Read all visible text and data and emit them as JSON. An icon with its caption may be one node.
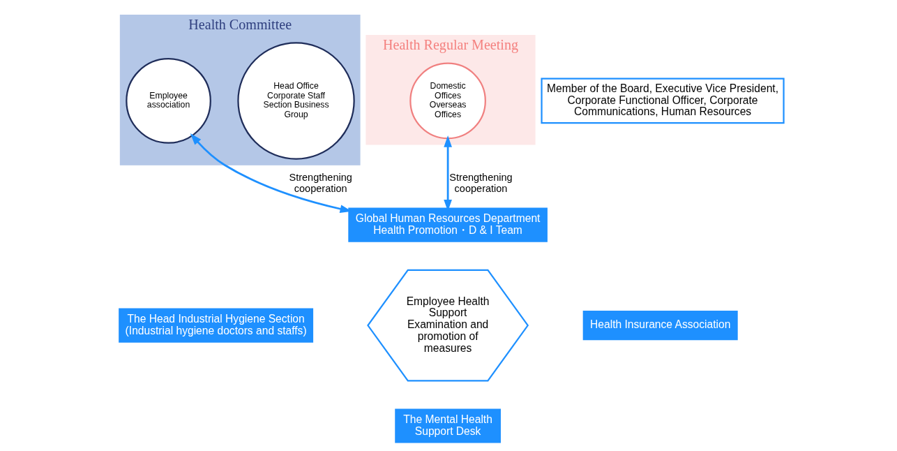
{
  "diagram": {
    "nodes": [
      {
        "text": [
          "Health Committee"
        ]
      },
      {
        "text": [
          "Head Office Corporate Staff Section Business Group"
        ],
        "in": 0
      },
      {
        "text": [
          "Employee association"
        ],
        "in": 0
      },
      {
        "text": [
          "Health Regular Meeting"
        ]
      },
      {
        "text": [
          "Domestic Offices Overseas Offices"
        ],
        "in": 3
      },
      {
        "text": [
          "Member of the Board, Executive Vice President, Corporate Functional Officer, Corporate Communications, Human Resources"
        ]
      },
      {
        "text": [
          "Global Human Resources Department Health Promotion・D & I Team"
        ]
      },
      {
        "text": [
          "The Head Industrial Hygiene Section",
          "(Industrial hygiene doctors and staffs)"
        ]
      },
      {
        "text": [
          "Employee Health Support Examination and promotion of measures"
        ]
      },
      {
        "text": [
          "Health Insurance Association"
        ]
      },
      {
        "text": [
          "The Mental Health Support Desk"
        ]
      }
    ],
    "edges": [
      {
        "from": 2,
        "to": 6,
        "arrow": "both",
        "label": "Strengthening cooperation"
      },
      {
        "from": 4,
        "to": 6,
        "arrow": "both",
        "label": "Strengthening cooperation"
      }
    ]
  }
}
